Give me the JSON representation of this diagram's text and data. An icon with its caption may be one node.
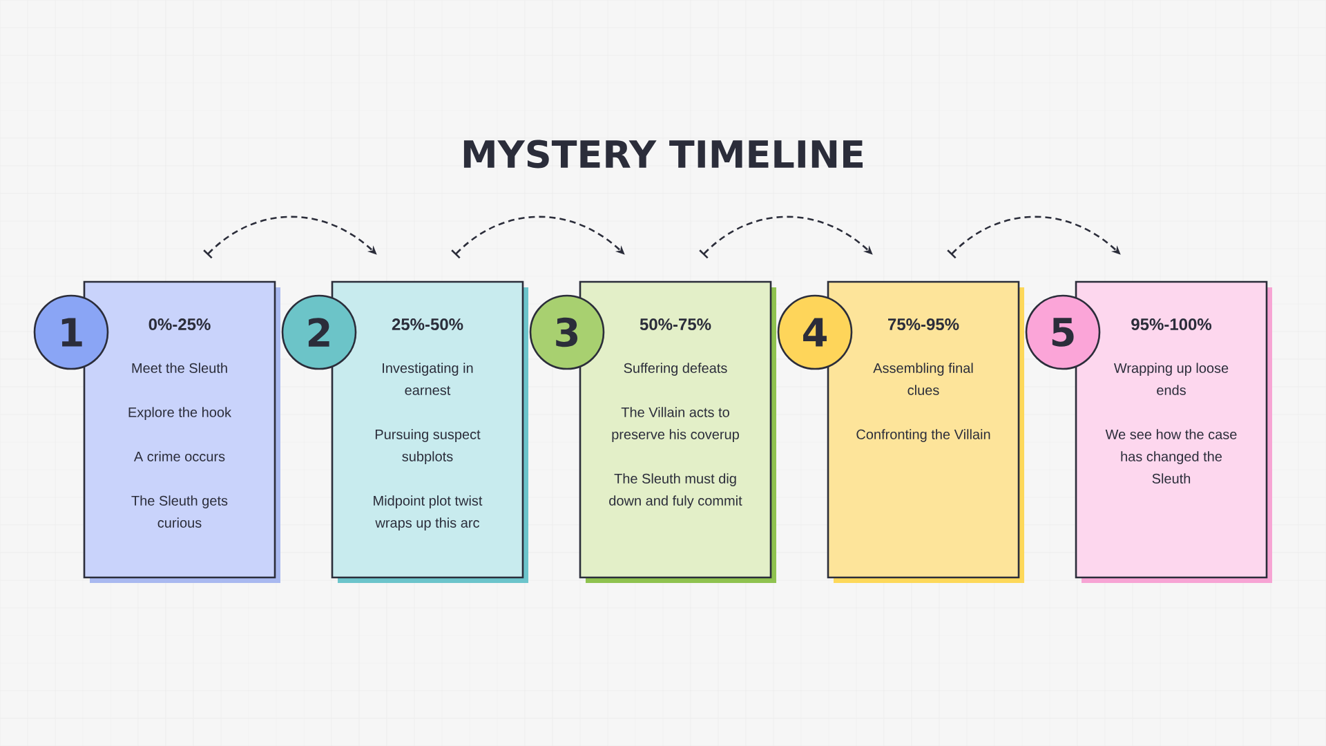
{
  "diagram": {
    "title": "MYSTERY TIMELINE",
    "nodes": [
      {
        "text": [
          "1"
        ]
      },
      {
        "text": [
          "0%-25%",
          "Meet the Sleuth",
          "Explore the hook",
          "A crime occurs",
          "The Sleuth gets curious"
        ]
      },
      {
        "text": [
          "2"
        ]
      },
      {
        "text": [
          "25%-50%",
          "Investigating in earnest",
          "Pursuing suspect subplots",
          "Midpoint plot twist wraps up this arc"
        ]
      },
      {
        "text": [
          "3"
        ]
      },
      {
        "text": [
          "50%-75%",
          "Suffering defeats",
          "The Villain acts to preserve his coverup",
          "The Sleuth must dig down and fuly commit"
        ]
      },
      {
        "text": [
          "4"
        ]
      },
      {
        "text": [
          "75%-95%",
          "Assembling final clues",
          "Confronting the Villain"
        ]
      },
      {
        "text": [
          "5"
        ]
      },
      {
        "text": [
          "95%-100%",
          "Wrapping up loose ends",
          "We see how the case has changed the Sleuth"
        ]
      }
    ],
    "edges": [
      {
        "from": 1,
        "to": 3,
        "arrow": "to",
        "style": "dashed"
      },
      {
        "from": 3,
        "to": 5,
        "arrow": "to",
        "style": "dashed"
      },
      {
        "from": 5,
        "to": 7,
        "arrow": "to",
        "style": "dashed"
      },
      {
        "from": 7,
        "to": 9,
        "arrow": "to",
        "style": "dashed"
      }
    ]
  }
}
